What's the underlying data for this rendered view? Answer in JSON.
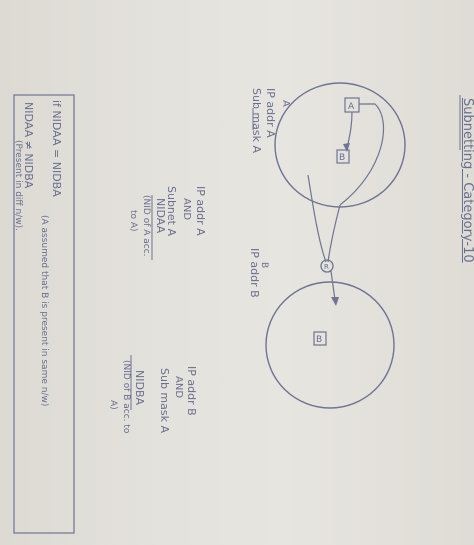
{
  "title": "Subnetting - Category-10",
  "diagram": {
    "node_a": "A",
    "node_b_inner": "B",
    "node_b": "B",
    "router": "R"
  },
  "left_notes": {
    "a_over": "A",
    "line1": "IP addr A",
    "line2": "Sub mask A",
    "block_lines": [
      "IP addr A",
      "AND",
      "Subnet A",
      "NIDAA",
      "(NID of A acc.",
      "to A)"
    ]
  },
  "middle_notes": {
    "b_over": "B",
    "line1": "IP addr B"
  },
  "right_notes": {
    "lines": [
      "IP addr B",
      "AND",
      "Sub mask A",
      "NIDBA",
      "(NID of B acc. to",
      "A)"
    ]
  },
  "bottom_notes": {
    "if_line": "if NIDAA = NIDBA",
    "line2": "(A assumed that B is present in same n/w)",
    "line3": "NIDAA ≠ NIDBA",
    "line4": "(Present in diff n/w)."
  }
}
